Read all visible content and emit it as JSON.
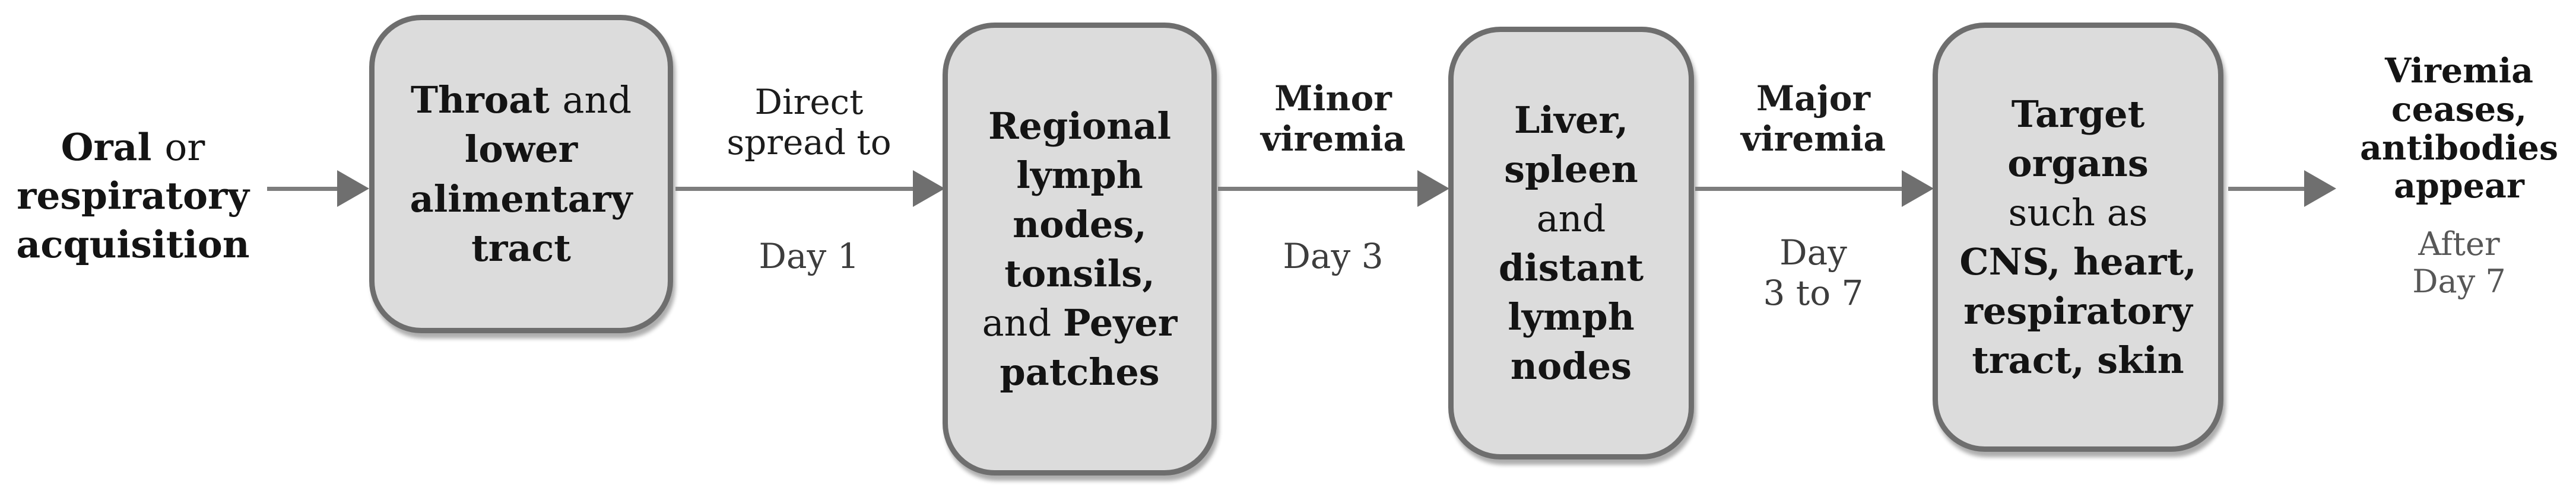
{
  "flow": {
    "start_text": {
      "lines": [
        [
          {
            "text": "Oral ",
            "bold": true
          },
          {
            "text": "or",
            "bold": false
          }
        ],
        [
          {
            "text": "respiratory",
            "bold": true
          }
        ],
        [
          {
            "text": "acquisition",
            "bold": true
          }
        ]
      ]
    },
    "boxes": [
      {
        "id": "throat-and-lower-alimentary-tract",
        "lines": [
          [
            {
              "text": "Throat ",
              "bold": true
            },
            {
              "text": "and",
              "bold": false
            }
          ],
          [
            {
              "text": "lower",
              "bold": true
            }
          ],
          [
            {
              "text": "alimentary",
              "bold": true
            }
          ],
          [
            {
              "text": "tract",
              "bold": true
            }
          ]
        ]
      },
      {
        "id": "regional-lymph-nodes-tonsils-peyer-patches",
        "lines": [
          [
            {
              "text": "Regional",
              "bold": true
            }
          ],
          [
            {
              "text": "lymph",
              "bold": true
            }
          ],
          [
            {
              "text": "nodes,",
              "bold": true
            }
          ],
          [
            {
              "text": "tonsils,",
              "bold": true
            }
          ],
          [
            {
              "text": "and ",
              "bold": false
            },
            {
              "text": "Peyer",
              "bold": true
            }
          ],
          [
            {
              "text": "patches",
              "bold": true
            }
          ]
        ]
      },
      {
        "id": "liver-spleen-distant-lymph-nodes",
        "lines": [
          [
            {
              "text": "Liver,",
              "bold": true
            }
          ],
          [
            {
              "text": "spleen",
              "bold": true
            }
          ],
          [
            {
              "text": "and",
              "bold": false
            }
          ],
          [
            {
              "text": "distant",
              "bold": true
            }
          ],
          [
            {
              "text": "lymph",
              "bold": true
            }
          ],
          [
            {
              "text": "nodes",
              "bold": true
            }
          ]
        ]
      },
      {
        "id": "target-organs",
        "lines": [
          [
            {
              "text": "Target",
              "bold": true
            }
          ],
          [
            {
              "text": "organs",
              "bold": true
            }
          ],
          [
            {
              "text": "such as",
              "bold": false
            }
          ],
          [
            {
              "text": "CNS, heart,",
              "bold": true
            }
          ],
          [
            {
              "text": "respiratory",
              "bold": true
            }
          ],
          [
            {
              "text": "tract, skin",
              "bold": true
            }
          ]
        ]
      }
    ],
    "connectors": [
      {
        "above_lines": [],
        "below_lines": []
      },
      {
        "above_lines": [
          [
            {
              "text": "Direct",
              "bold": false
            }
          ],
          [
            {
              "text": "spread to",
              "bold": false
            }
          ]
        ],
        "below_lines": [
          [
            {
              "text": "Day 1",
              "bold": false
            }
          ]
        ]
      },
      {
        "above_lines": [
          [
            {
              "text": "Minor",
              "bold": true
            }
          ],
          [
            {
              "text": "viremia",
              "bold": true
            }
          ]
        ],
        "below_lines": [
          [
            {
              "text": "Day 3",
              "bold": false
            }
          ]
        ]
      },
      {
        "above_lines": [
          [
            {
              "text": "Major",
              "bold": true
            }
          ],
          [
            {
              "text": "viremia",
              "bold": true
            }
          ]
        ],
        "below_lines": [
          [
            {
              "text": "Day",
              "bold": false
            }
          ],
          [
            {
              "text": "3 to 7",
              "bold": false
            }
          ]
        ]
      },
      {
        "above_lines": [],
        "below_lines": []
      }
    ],
    "end_text": {
      "lines": [
        [
          {
            "text": "Viremia",
            "bold": true
          }
        ],
        [
          {
            "text": "ceases,",
            "bold": true
          }
        ],
        [
          {
            "text": "antibodies",
            "bold": true
          }
        ],
        [
          {
            "text": "appear",
            "bold": true
          }
        ]
      ],
      "sub_lines": [
        [
          {
            "text": "After",
            "bold": false
          }
        ],
        [
          {
            "text": "Day 7",
            "bold": false
          }
        ]
      ]
    }
  },
  "colors": {
    "background": "#ffffff",
    "box_fill": "#dcdcdc",
    "box_border": "#6e6e6e",
    "arrow": "#7d7d7d",
    "text_primary": "#141414",
    "day_label": "#3d3d3d",
    "end_sub_label": "#575757"
  }
}
